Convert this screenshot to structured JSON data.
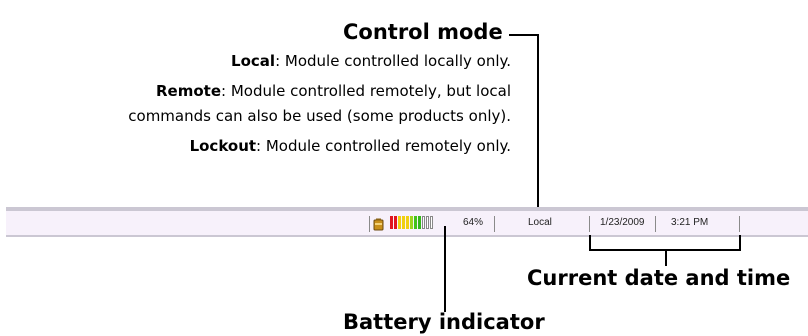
{
  "callouts": {
    "control_mode": {
      "title": "Control mode",
      "local_term": "Local",
      "local_text": ": Module controlled locally only.",
      "remote_term": "Remote",
      "remote_text": ": Module controlled remotely, but local",
      "remote_text_2": "commands can also be used (some products only).",
      "lockout_term": "Lockout",
      "lockout_text": ": Module controlled remotely only."
    },
    "date_time": {
      "title": "Current date and time"
    },
    "battery": {
      "title": "Battery indicator"
    }
  },
  "statusbar": {
    "battery_icon": "battery-pack-icon",
    "battery_percent": "64%",
    "battery_level": 0.64,
    "battery_segment_colors": [
      "#e0141e",
      "#e0141e",
      "#f0d010",
      "#f0d010",
      "#f0d010",
      "#9cd61e",
      "#44c21a",
      "#33b81a",
      "#ffffff",
      "#ffffff",
      "#ffffff"
    ],
    "control_mode": "Local",
    "date": "1/23/2009",
    "time": "3:21 PM"
  },
  "colors": {
    "statusbar_bg": "#f7f1fb",
    "statusbar_border": "#cbc7d3"
  }
}
